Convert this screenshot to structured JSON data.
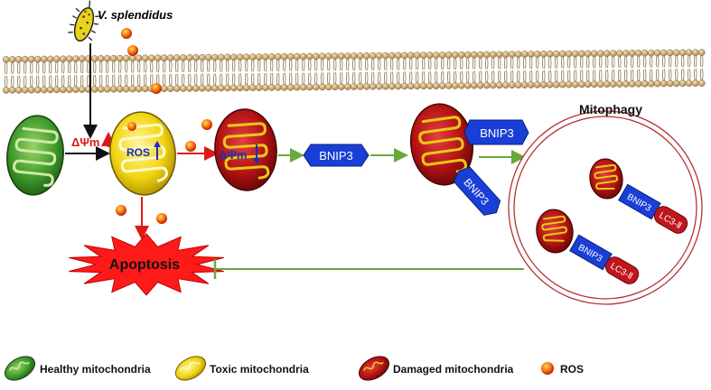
{
  "bacterium": {
    "label": "V. splendidus"
  },
  "labels": {
    "delta_psi_1": "ΔΨm",
    "ros": "ROS",
    "delta_psi_2": "ΔΨm",
    "apoptosis": "Apoptosis",
    "mitophagy": "Mitophagy"
  },
  "bnip3": [
    "BNIP3",
    "BNIP3",
    "BNIP3",
    "BNIP3",
    "BNIP3"
  ],
  "lc3": [
    "LC3-Ⅱ",
    "LC3-Ⅱ"
  ],
  "legend": [
    {
      "label": "Healthy mitochondria",
      "icon": "healthy-mitochondria-icon"
    },
    {
      "label": "Toxic mitochondria",
      "icon": "toxic-mitochondria-icon"
    },
    {
      "label": "Damaged mitochondria",
      "icon": "damaged-mitochondria-icon"
    },
    {
      "label": "ROS",
      "icon": "ros-icon"
    }
  ],
  "colors": {
    "healthy": "#3f9a2c",
    "toxic": "#f2d512",
    "damaged": "#b31212",
    "bnip3": "#1a3fd6",
    "lc3": "#c0161c",
    "arrow_red": "#e01818",
    "arrow_green": "#6aa83c",
    "ros": "#ff7a10",
    "membrane": "#c8a76a"
  }
}
